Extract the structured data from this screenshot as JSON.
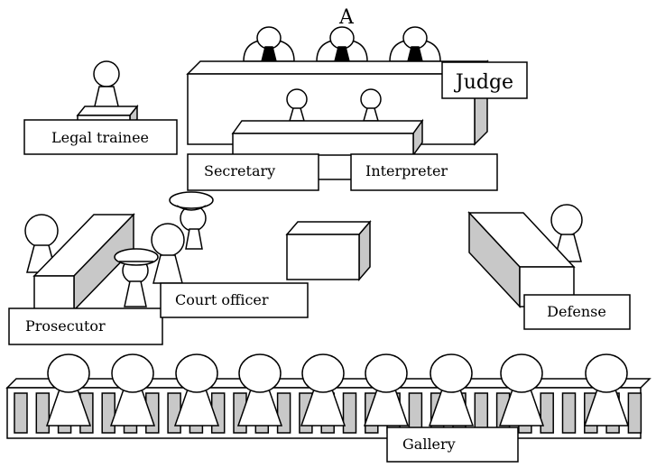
{
  "top_mark": "A",
  "labels": {
    "judge": "Judge",
    "legal_trainee": "Legal trainee",
    "secretary": "Secretary",
    "interpreter": "Interpreter",
    "court_officer": "Court officer",
    "prosecutor": "Prosecutor",
    "defense": "Defense",
    "gallery": "Gallery"
  },
  "colors": {
    "line": "#000000",
    "shade": "#c8c8c8",
    "fill": "#ffffff",
    "robe": "#000000"
  }
}
